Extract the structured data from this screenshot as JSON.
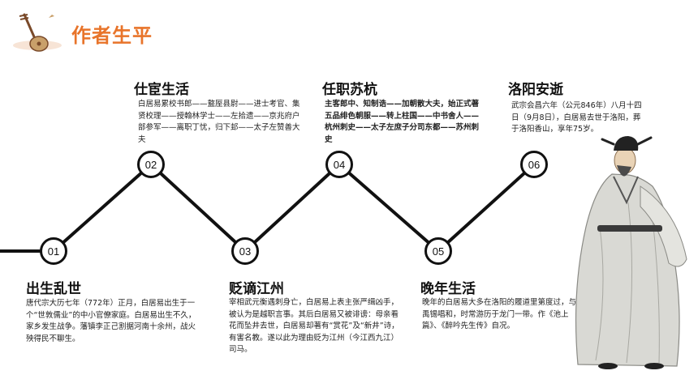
{
  "page": {
    "title": "作者生平"
  },
  "stages": [
    {
      "number": "01",
      "title": "出生乱世",
      "desc": "唐代宗大历七年（772年）正月，白居易出生于一个“世敦儒业”的中小官僚家庭。白居易出生不久，家乡发生战争。藩镇李正己割据河南十余州，战火殃得民不聊生。"
    },
    {
      "number": "02",
      "title": "仕宦生活",
      "desc": "白居易累校书郎——盩厔县尉——进士考官、集贤校理——授翰林学士——左拾遗——京兆府户部参军——离职丁忧，归下邽——太子左赞善大夫"
    },
    {
      "number": "03",
      "title": "贬谪江州",
      "desc": "宰相武元衡遇刺身亡，白居易上表主张严缉凶手，被认为是越职言事。其后白居易又被诽谤：母亲看花而坠井去世，白居易却著有“赏花”及“新井”诗，有害名教。遂以此为理由贬为江州（今江西九江）司马。"
    },
    {
      "number": "04",
      "title": "任职苏杭",
      "desc": "主客郎中、知制诰——加朝散大夫，始正式著五品绯色朝服——转上柱国——中书舍人——杭州刺史——太子左庶子分司东都——苏州刺史"
    },
    {
      "number": "05",
      "title": "晚年生活",
      "desc": "晚年的白居易大多在洛阳的履道里第度过，与刘禹锡唱和，时常游历于龙门一带。作《池上篇》、《醉吟先生传》自况。"
    },
    {
      "number": "06",
      "title": "洛阳安逝",
      "desc": "武宗会昌六年（公元846年）八月十四日（9月8日），白居易去世于洛阳，葬于洛阳香山，享年75岁。"
    }
  ],
  "colors": {
    "accent": "#e8742a",
    "line": "#111111"
  },
  "icons": {
    "logo": "pipa-lute-icon",
    "portrait": "bai-juyi-portrait"
  }
}
